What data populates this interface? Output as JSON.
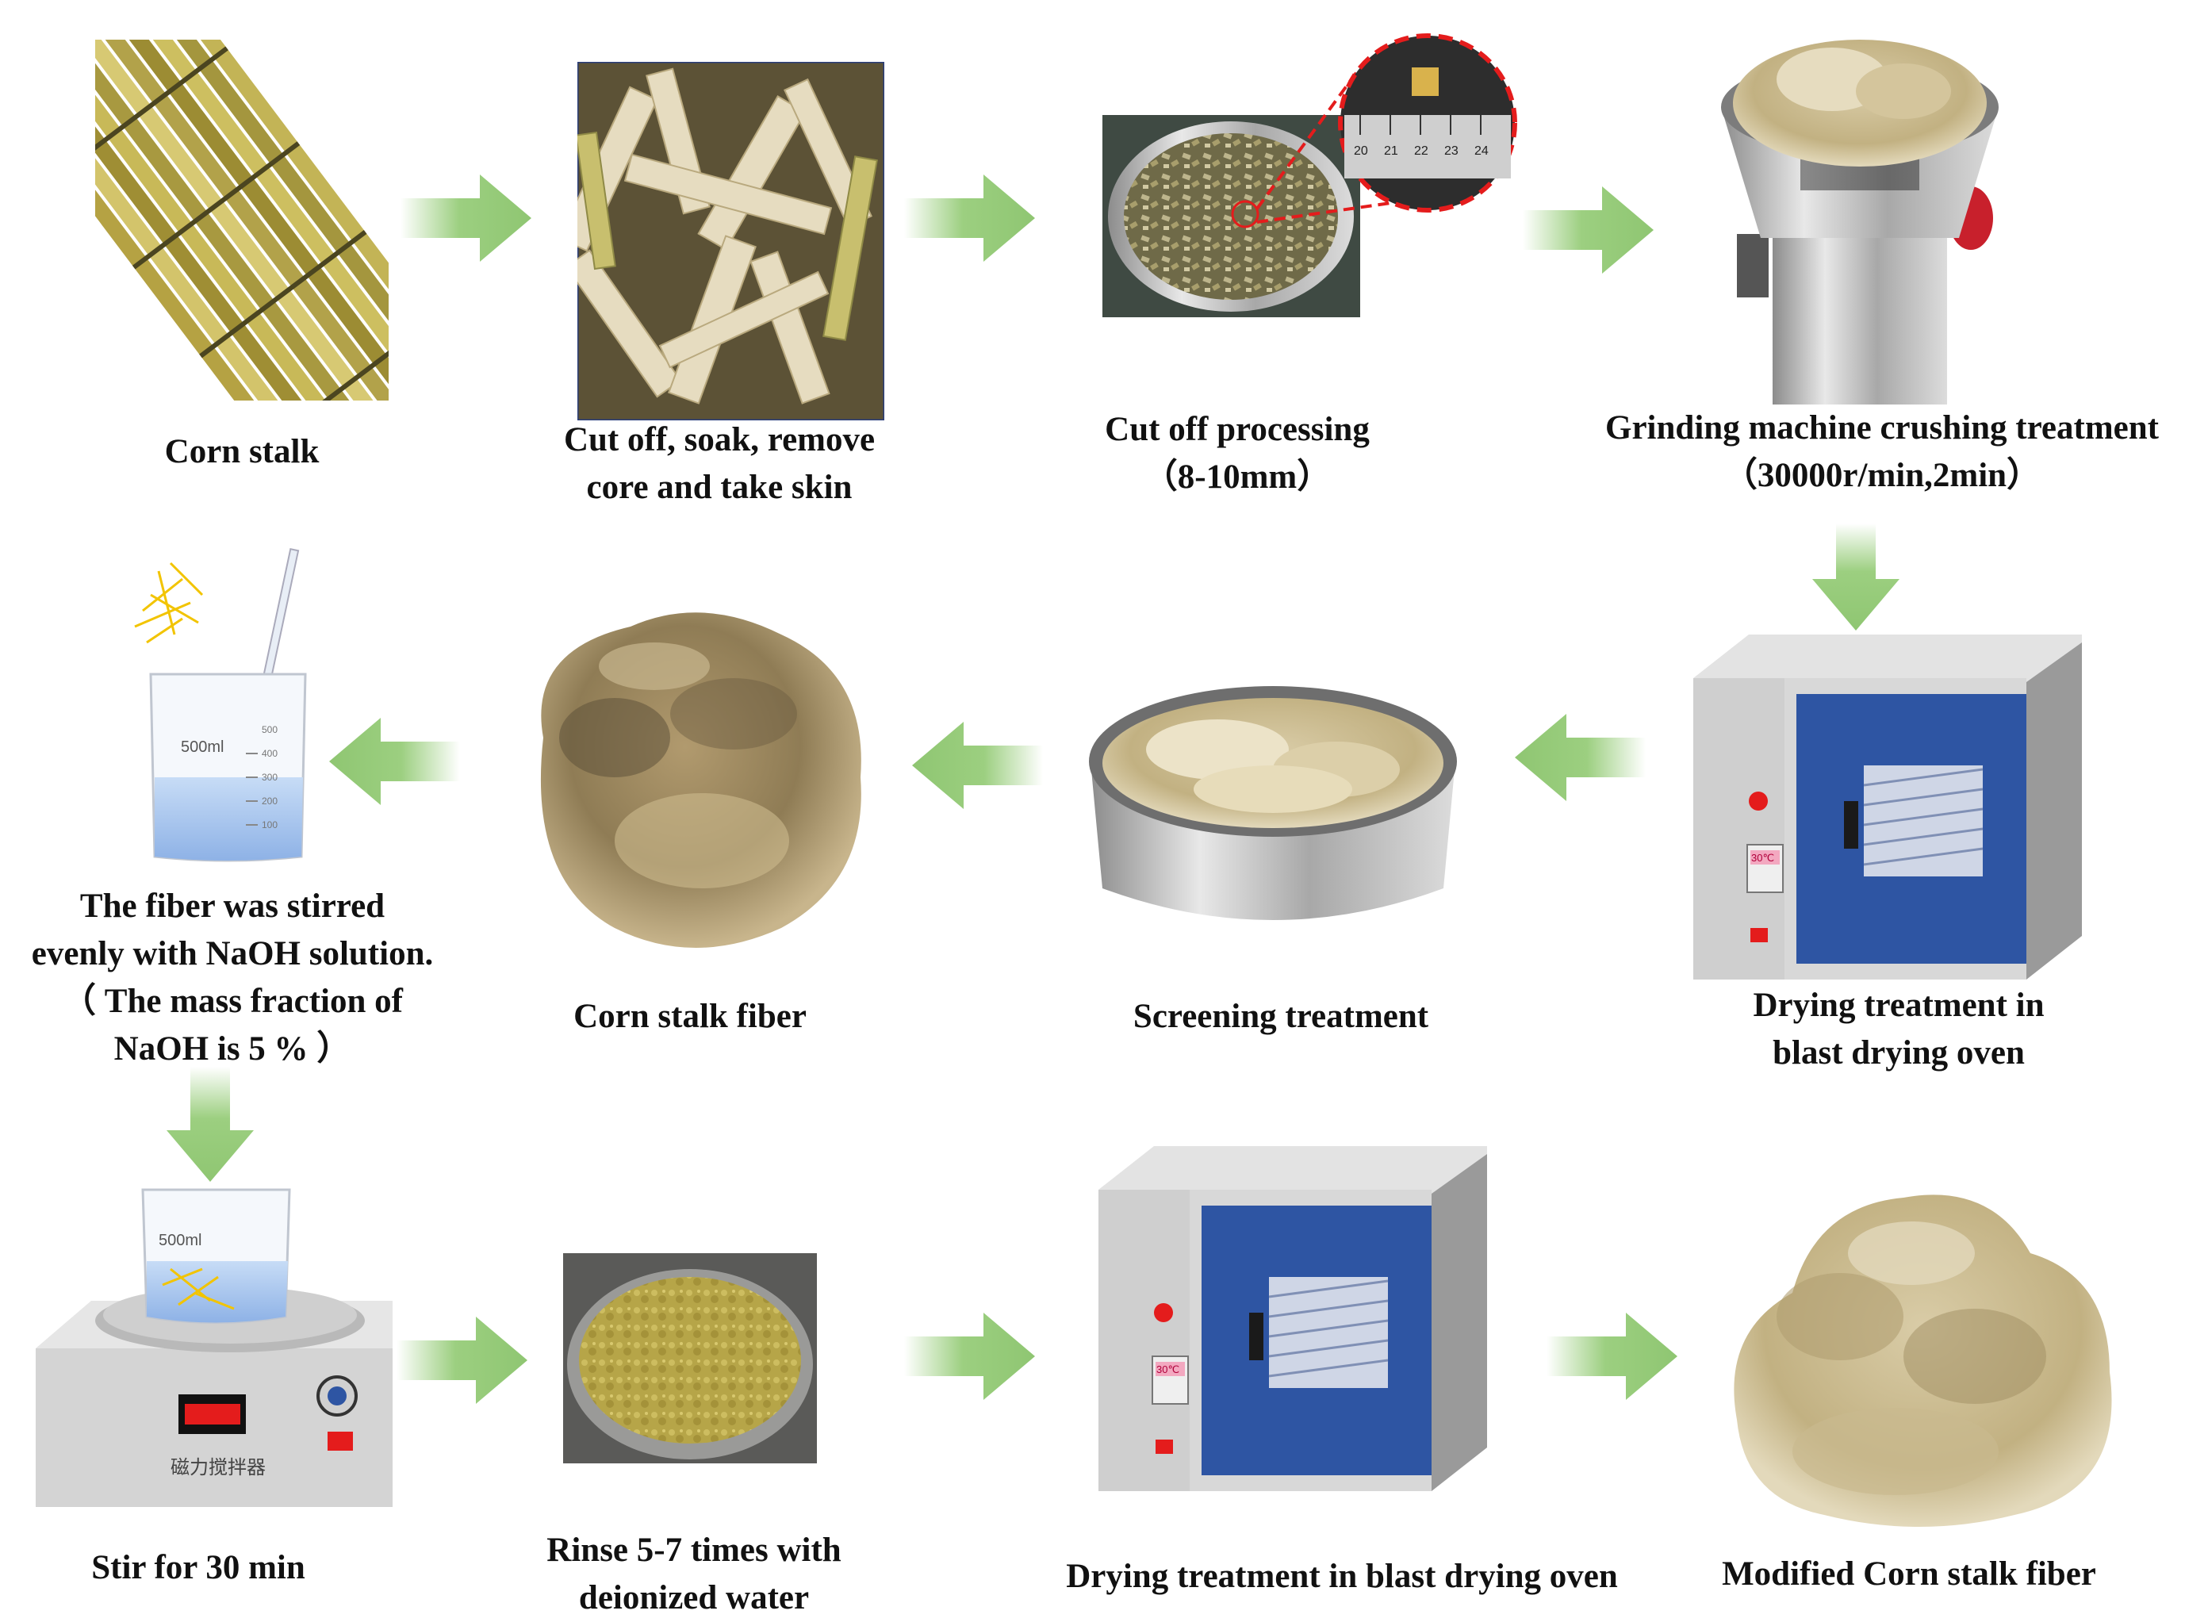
{
  "steps": [
    {
      "id": "corn-stalk",
      "label": [
        "Corn stalk"
      ]
    },
    {
      "id": "cut-soak",
      "label": [
        "Cut off, soak, remove",
        "core and take skin"
      ]
    },
    {
      "id": "cut-processing",
      "label": [
        "Cut off processing",
        "（8-10mm）"
      ]
    },
    {
      "id": "grinding",
      "label": [
        "Grinding machine crushing treatment",
        "（30000r/min,2min）"
      ]
    },
    {
      "id": "drying-1",
      "label": [
        "Drying treatment in",
        "blast drying oven"
      ]
    },
    {
      "id": "screening",
      "label": [
        "Screening treatment"
      ]
    },
    {
      "id": "corn-stalk-fiber",
      "label": [
        "Corn stalk fiber"
      ]
    },
    {
      "id": "naoh-stir",
      "label": [
        "The fiber was stirred",
        "evenly with NaOH solution.",
        "（ The mass fraction of",
        "NaOH is 5 % ）"
      ]
    },
    {
      "id": "stir-30",
      "label": [
        "Stir for 30 min"
      ]
    },
    {
      "id": "rinse",
      "label": [
        "Rinse 5-7 times with",
        "deionized water"
      ]
    },
    {
      "id": "drying-2",
      "label": [
        "Drying treatment in blast drying oven"
      ]
    },
    {
      "id": "modified-fiber",
      "label": [
        "Modified Corn stalk fiber"
      ]
    }
  ],
  "annotations": {
    "beaker_volume": "500ml",
    "beaker_ticks": [
      "500",
      "400",
      "300",
      "200",
      "100"
    ],
    "oven_display": "30℃",
    "stirrer_label": "磁力搅拌器",
    "ruler_ticks": [
      "20",
      "21",
      "22",
      "23",
      "24"
    ]
  },
  "colors": {
    "arrow": "#9ccf80",
    "oven_door": "#2e55a3",
    "indicator": "#e41c1c",
    "fiber": "#c9b98e",
    "stalk": "#b9a647"
  }
}
